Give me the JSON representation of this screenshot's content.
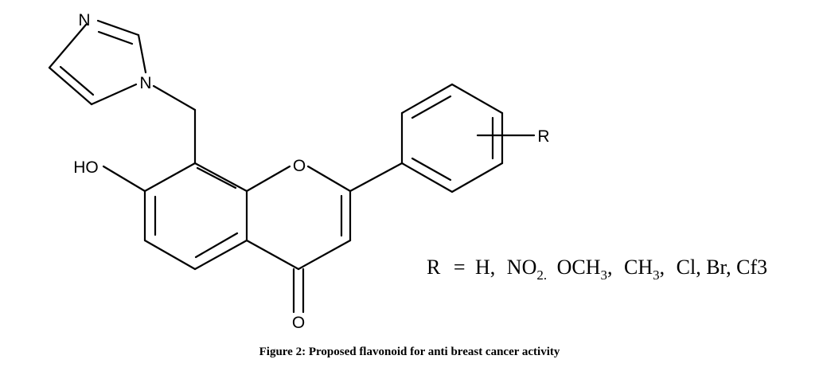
{
  "atoms": {
    "imidazole_n3": "N",
    "imidazole_n1": "N",
    "hydroxyl": "HO",
    "ring_oxygen": "O",
    "carbonyl_oxygen": "O",
    "substituent": "R"
  },
  "substituents": {
    "lhs": "R",
    "eq": "=",
    "h": "H,",
    "no2_base": "NO",
    "no2_sub": "2.",
    "och3_base": "OCH",
    "och3_sub": "3",
    "och3_comma": ",",
    "ch3_base": "CH",
    "ch3_sub": "3",
    "ch3_comma": ",",
    "rest": "Cl, Br, Cf3"
  },
  "caption": "Figure 2: Proposed flavonoid for anti breast cancer activity"
}
